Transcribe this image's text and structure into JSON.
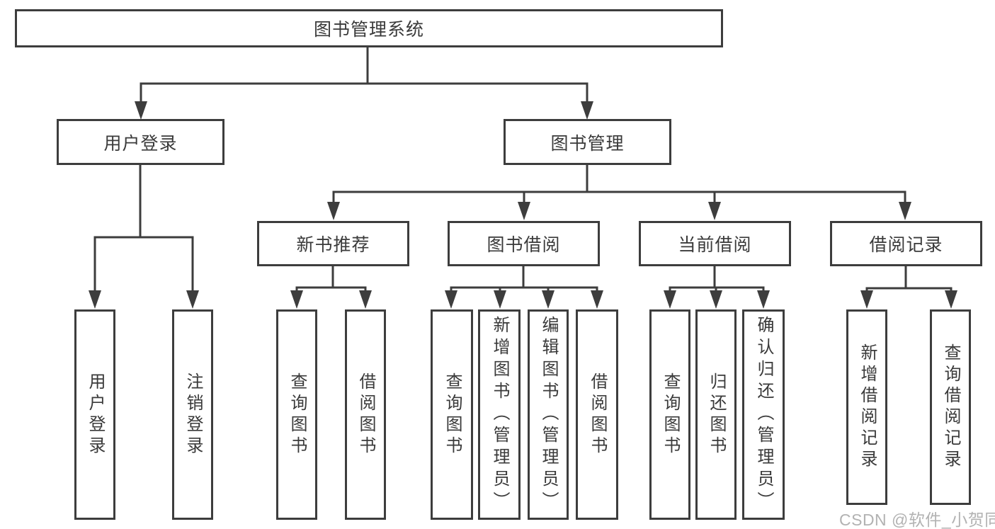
{
  "nodes": {
    "root": "图书管理系统",
    "l2": [
      "用户登录",
      "图书管理"
    ],
    "l3": [
      "新书推荐",
      "图书借阅",
      "当前借阅",
      "借阅记录"
    ],
    "leaves": [
      [
        "用户登录",
        "注销登录"
      ],
      [
        "查询图书",
        "借阅图书"
      ],
      [
        "查询图书",
        "新增图书（管理员）",
        "编辑图书（管理员）",
        "借阅图书"
      ],
      [
        "查询图书",
        "归还图书",
        "确认归还（管理员）"
      ],
      [
        "新增借阅记录",
        "查询借阅记录"
      ]
    ]
  },
  "watermark": {
    "text": "CSDN @软件_小贺同学"
  },
  "colors": {
    "line": "#3d3d3d",
    "text": "#3a3a3a",
    "watermark": "#b2b2b2",
    "background": "#ffffff"
  }
}
